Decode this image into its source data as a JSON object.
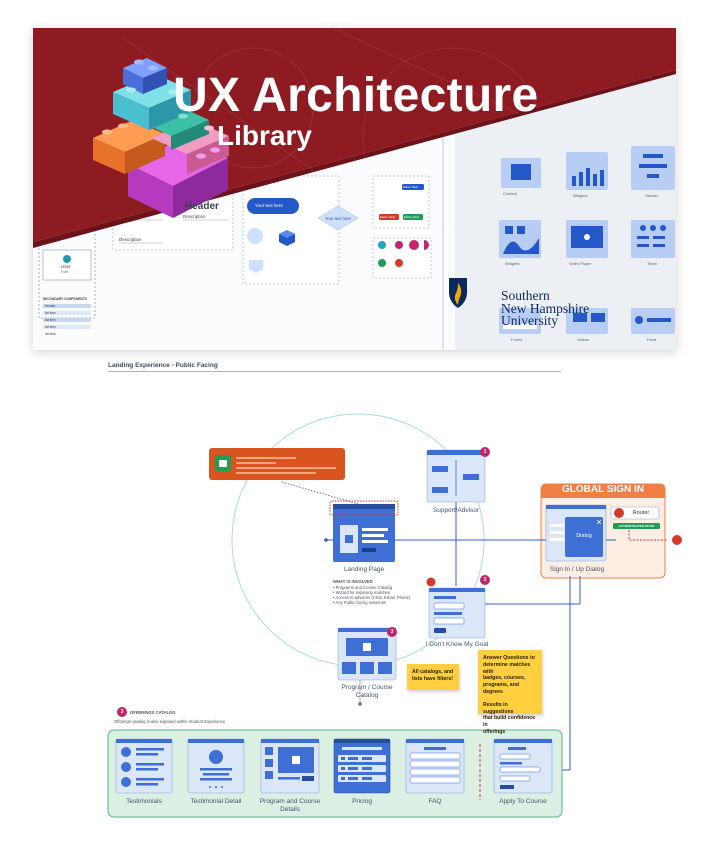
{
  "hero": {
    "title": "UX Architecture",
    "subtitle": "Library",
    "brand_lines": [
      "Southern",
      "New Hampshire",
      "University"
    ],
    "colors": {
      "banner": "#8e1b21",
      "brand_navy": "#0a2a5e",
      "brand_gold": "#f2a900"
    },
    "preview": {
      "header_text": "Header",
      "description_text": "Description",
      "description_text_2": "Description",
      "your_text_here": "Your text here",
      "your_text_here_2": "Your text here",
      "user_label": "User",
      "user_sub": "Role",
      "sidebar_heading": "SECONDARY COMPONENTS",
      "sidebar_items": [
        "Header",
        "list item",
        "list item",
        "list item",
        "list item"
      ],
      "pills": [
        "Button label",
        "Button label",
        "Button label"
      ],
      "cards": [
        "Content",
        "Widgets",
        "Header",
        "Widgets",
        "Video Player",
        "Team",
        "Forms",
        "Videos",
        "Feed"
      ]
    }
  },
  "diagram": {
    "section_title": "Landing Experience - Public Facing",
    "nodes": {
      "landing": "Landing Page",
      "support": "Support/Advisor",
      "global_sign_in": "GLOBAL SIGN IN",
      "dialog": "Dialog",
      "router": "Router",
      "authenticated": "AUTHENTICATED STATE",
      "sign_in": "Sign In / Up Dialog",
      "dont_know": "I Don't Know My Goal",
      "catalog": [
        "Program / Course",
        "Catalog"
      ],
      "testimonials": "Testimonials",
      "testimonial_detail": "Testimonial Detail",
      "program_details": [
        "Program and Course",
        "Details"
      ],
      "pricing": "Pricing",
      "faq": "FAQ",
      "apply": "Apply To Course"
    },
    "badges": [
      "1",
      "2",
      "3",
      "3"
    ],
    "notes": {
      "what_heading": "WHAT IS INVOLVED",
      "what_items": [
        "• Programs and Course Catalog",
        "• Wizard for exploring matches",
        "• Access to advisors (Chat, Email, Phone)",
        "• Any Public facing materials"
      ],
      "offerings_heading": "OFFERINGS CATALOG",
      "offerings_sub": "Offerings catalog is also exposed within Student Experience"
    },
    "stickies": {
      "catalog": [
        "All catalogs, and",
        "lists have filters!"
      ],
      "answer": [
        "Answer Questions to",
        "determine matches with",
        "badges, courses,",
        "programs, and degrees"
      ],
      "results": [
        "Results in suggestions",
        "that build confidence in",
        "offerings"
      ]
    },
    "colors": {
      "wire_blue": "#3d6fd4",
      "wire_light": "#dbe6f8",
      "sign_in_bg": "#fdeee4",
      "sign_in_head": "#f07f45",
      "flow_group_bg": "#dcefe3",
      "flow_group_stroke": "#5cb37f",
      "badge": "#c2256a",
      "sticky": "#ffcf3f",
      "orange_card": "#d9541e",
      "green_pill": "#1f9d55"
    }
  }
}
